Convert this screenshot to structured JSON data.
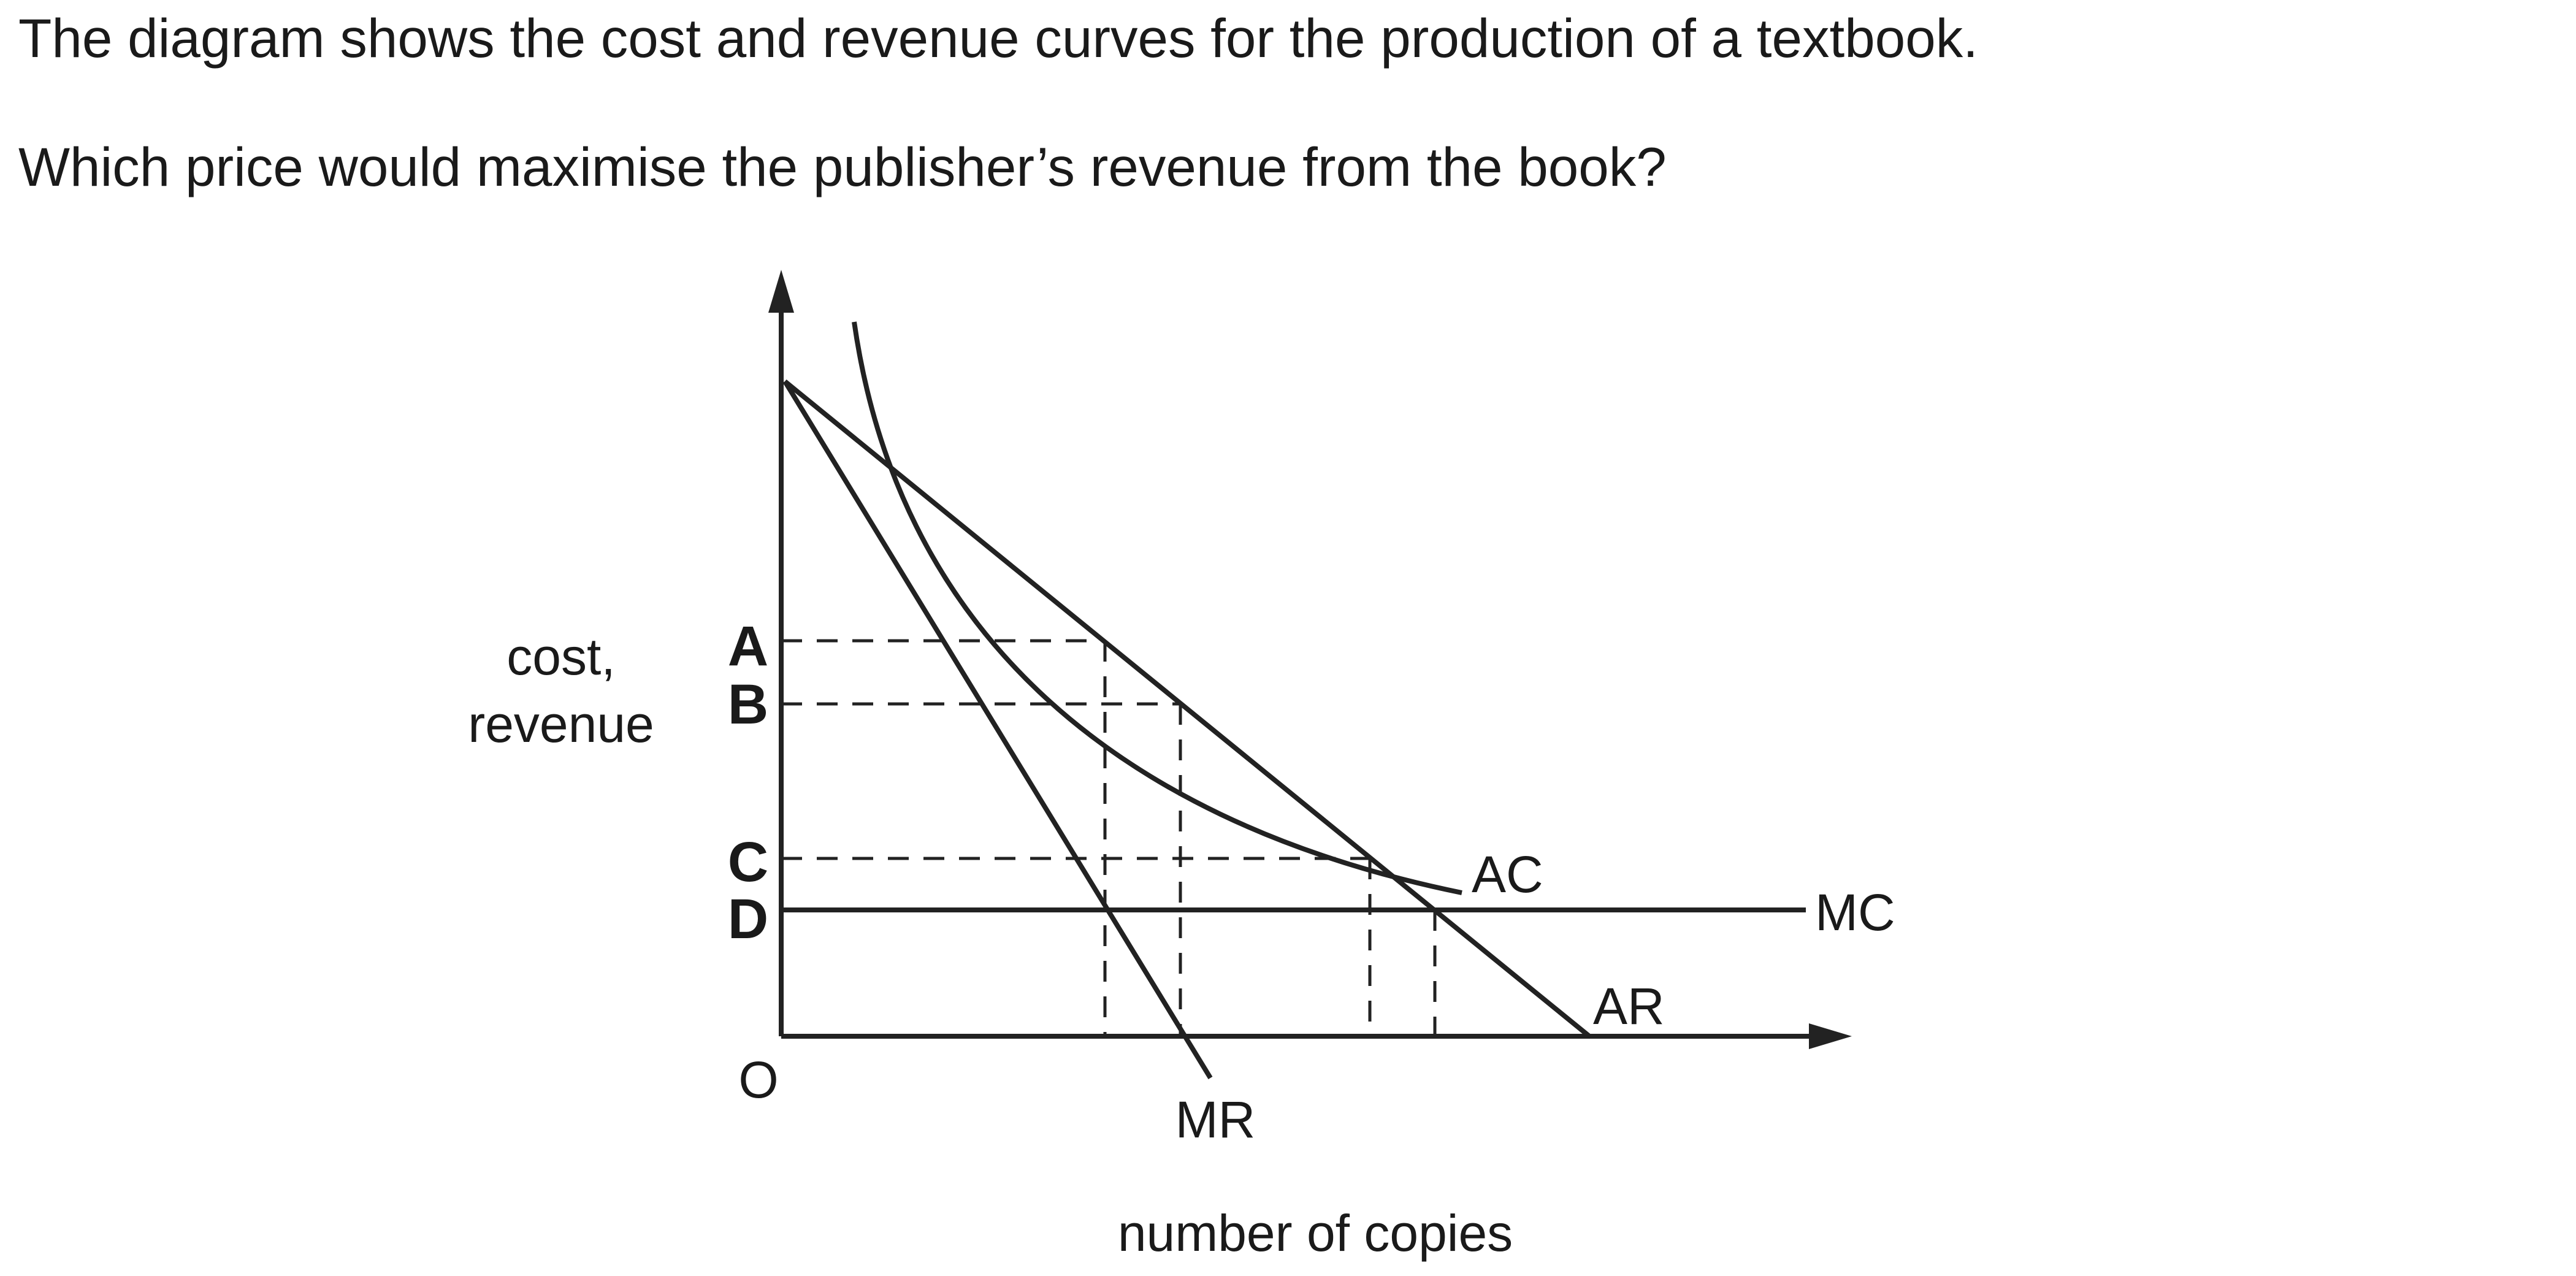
{
  "question": {
    "intro": "The diagram shows the cost and revenue curves for the production of a textbook.",
    "prompt": "Which price would maximise the publisher’s revenue from the book?"
  },
  "diagram": {
    "y_axis_label_line1": "cost,",
    "y_axis_label_line2": "revenue",
    "x_axis_label": "number of copies",
    "origin_label": "O",
    "price_levels": [
      "A",
      "B",
      "C",
      "D"
    ],
    "curves": {
      "ac": "AC",
      "mc": "MC",
      "ar": "AR",
      "mr": "MR"
    },
    "line_color": "#222222"
  }
}
